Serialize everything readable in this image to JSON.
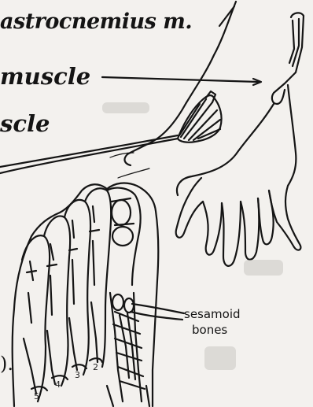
{
  "labels": {
    "gastrocnemius": "astrocnemius m.",
    "muscle_1": "muscle",
    "muscle_2": "scle",
    "sesamoid": "sesamoid",
    "bones": "bones",
    "edge_mark": ").",
    "digit_5": "5",
    "digit_4": "4",
    "digit_3": "3",
    "digit_2": "2"
  },
  "colors": {
    "ink": "#141414",
    "paper": "#f3f1ee"
  }
}
